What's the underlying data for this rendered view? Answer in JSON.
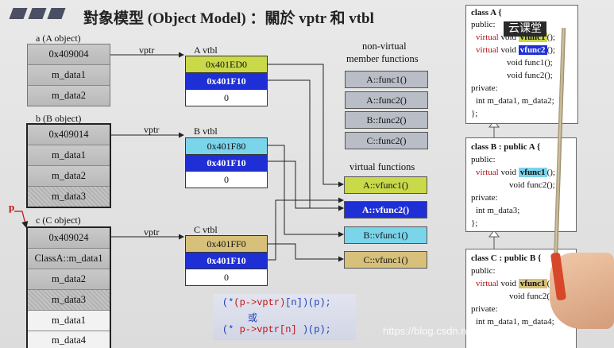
{
  "title": "對象模型 (Object Model) ：關於 vptr 和 vtbl",
  "objects": {
    "a": {
      "label": "a (A object)",
      "cells": [
        "0x409004",
        "m_data1",
        "m_data2"
      ]
    },
    "b": {
      "label": "b (B object)",
      "cells": [
        "0x409014",
        "m_data1",
        "m_data2",
        "m_data3"
      ]
    },
    "c": {
      "label": "c (C object)",
      "cells": [
        "0x409024",
        "ClassA::m_data1",
        "m_data2",
        "m_data3",
        "m_data1",
        "m_data4"
      ]
    }
  },
  "pointer_label": "p",
  "vptr_label": "vptr",
  "vtbls": {
    "a": {
      "label": "A vtbl",
      "cells": [
        "0x401ED0",
        "0x401F10",
        "0"
      ]
    },
    "b": {
      "label": "B vtbl",
      "cells": [
        "0x401F80",
        "0x401F10",
        "0"
      ]
    },
    "c": {
      "label": "C vtbl",
      "cells": [
        "0x401FF0",
        "0x401F10",
        "0"
      ]
    }
  },
  "nonvirtual": {
    "heading_line1": "non-virtual",
    "heading_line2": "member functions",
    "items": [
      "A::func1()",
      "A::func2()",
      "B::func2()",
      "C::func2()"
    ]
  },
  "virtual": {
    "heading": "virtual functions",
    "items": [
      "A::vfunc1()",
      "A::vfunc2()",
      "B::vfunc1()",
      "C::vfunc1()"
    ]
  },
  "code": {
    "line1_a": "(*",
    "line1_b": "(p->vptr)",
    "line1_c": "[n])(p);",
    "line2": "或",
    "line3_a": "(*",
    "line3_b": "p->vptr[n]",
    "line3_c": ")(p);"
  },
  "classA": {
    "title": "class A {",
    "public": "public:",
    "l1_kw": "virtual",
    "l1_t": "void",
    "l1_fn": "vfunc1",
    "l1_end": "();",
    "l2_kw": "virtual",
    "l2_t": "void",
    "l2_fn": "vfunc2",
    "l2_end": "();",
    "l3": "void   func1();",
    "l4": "void   func2();",
    "private": "private:",
    "l5": "int m_data1, m_data2;",
    "end": "};"
  },
  "classB": {
    "title": "class B : public A {",
    "public": "public:",
    "l1_kw": "virtual",
    "l1_t": "void",
    "l1_fn": "vfunc1",
    "l1_end": "();",
    "l2": "void   func2();",
    "private": "private:",
    "l3": "int m_data3;",
    "end": "};"
  },
  "classC": {
    "title": "class C : public B {",
    "public": "public:",
    "l1_kw": "virtual",
    "l1_t": "void",
    "l1_fn": "vfunc1",
    "l1_end": "();",
    "l2": "void   func2();",
    "private": "private:",
    "l3": "int m_data1, m_data4;"
  },
  "logo_text": "云课堂",
  "watermark": "https://blog.csdn.net/weixin_42908334",
  "colors": {
    "yellow_green": "#c9d94a",
    "blue": "#1f2fd6",
    "cyan": "#7ad4ea",
    "tan": "#d6c07a",
    "gray_box": "#b8bdc6"
  }
}
